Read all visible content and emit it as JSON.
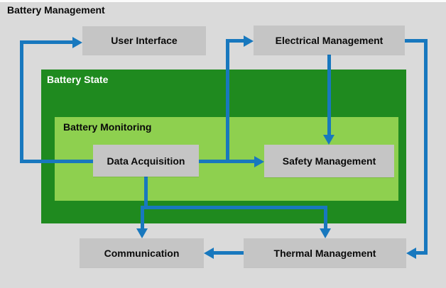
{
  "title": "Battery Management",
  "containers": {
    "battery_state": {
      "label": "Battery State"
    },
    "battery_monitoring": {
      "label": "Battery Monitoring"
    }
  },
  "nodes": {
    "user_interface": {
      "label": "User Interface"
    },
    "electrical_management": {
      "label": "Electrical Management"
    },
    "data_acquisition": {
      "label": "Data Acquisition"
    },
    "safety_management": {
      "label": "Safety Management"
    },
    "communication": {
      "label": "Communication"
    },
    "thermal_management": {
      "label": "Thermal Management"
    }
  },
  "edges": [
    {
      "from": "Data Acquisition",
      "to": "User Interface"
    },
    {
      "from": "Data Acquisition",
      "to": "Electrical Management"
    },
    {
      "from": "Data Acquisition",
      "to": "Safety Management"
    },
    {
      "from": "Data Acquisition",
      "to": "Communication"
    },
    {
      "from": "Data Acquisition",
      "to": "Thermal Management"
    },
    {
      "from": "Electrical Management",
      "to": "Safety Management"
    },
    {
      "from": "Electrical Management",
      "to": "Thermal Management"
    },
    {
      "from": "Thermal Management",
      "to": "Communication"
    }
  ],
  "colors": {
    "background": "#dadada",
    "node_fill": "#c5c5c5",
    "battery_state_fill": "#1f8a1f",
    "battery_monitoring_fill": "#8ed04f",
    "connector": "#1878be",
    "text": "#0a0a0a",
    "battery_state_text": "#ffffff"
  }
}
